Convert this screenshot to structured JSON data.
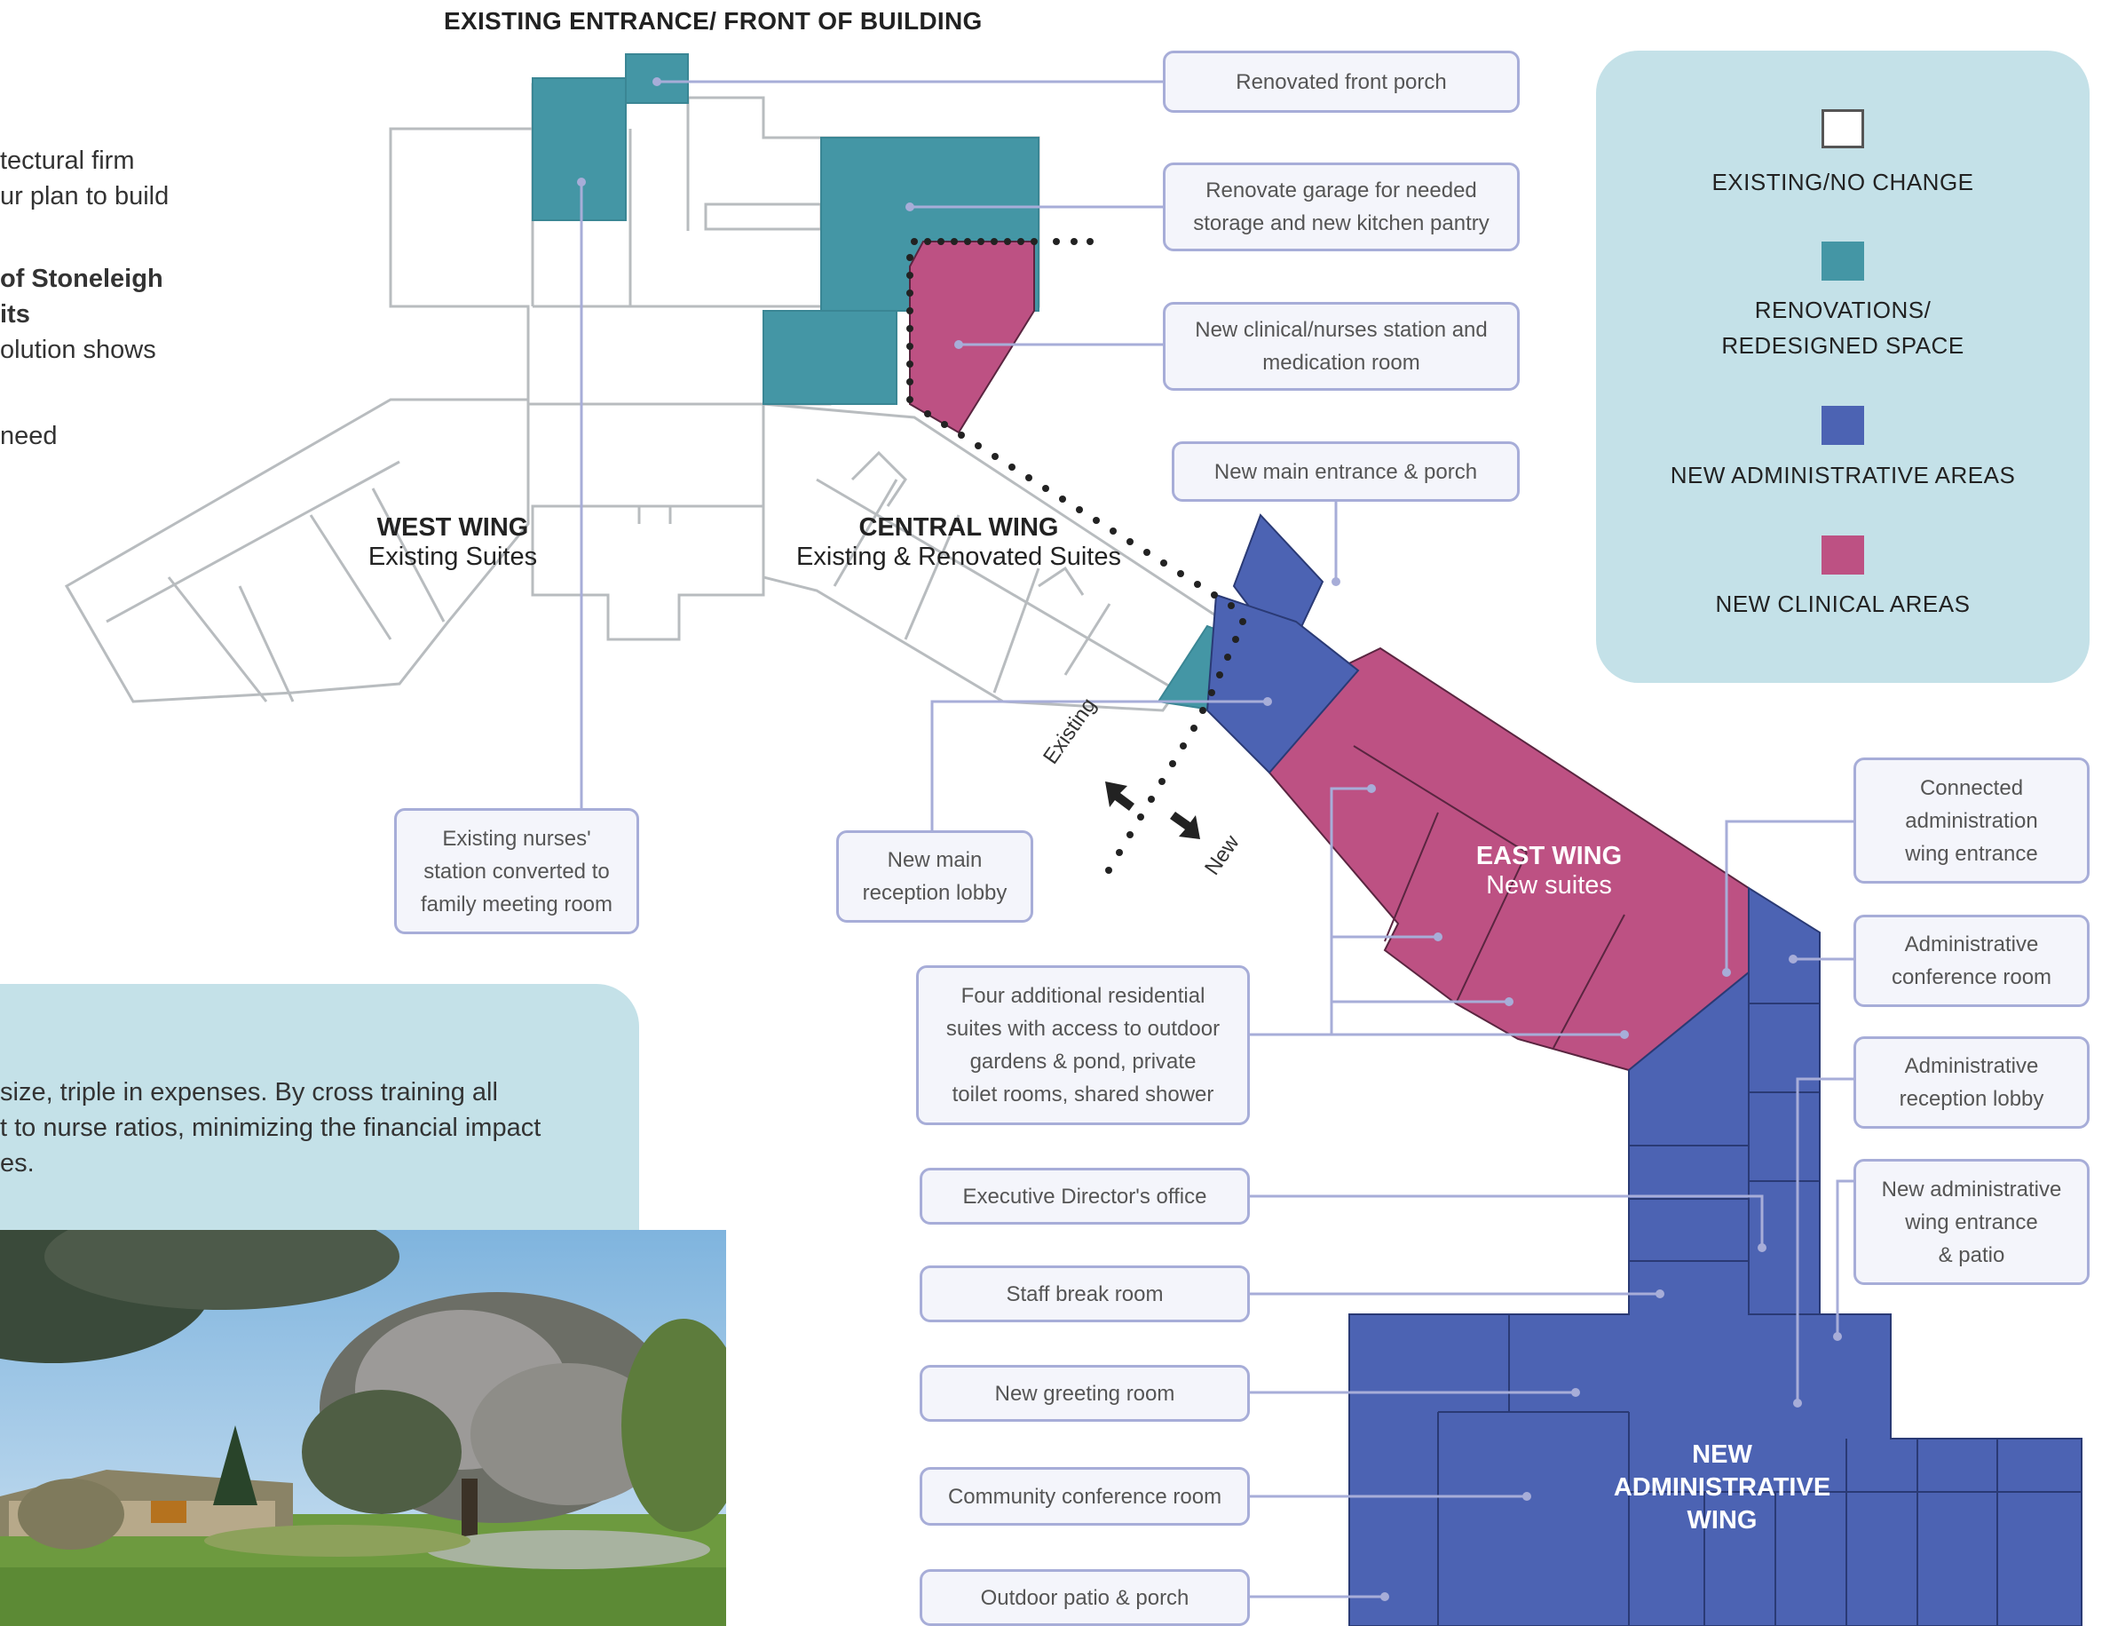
{
  "heading": "EXISTING ENTRANCE/ FRONT OF BUILDING",
  "left_text_fragments": [
    "tectural firm",
    "ur plan to build",
    "of Stoneleigh",
    "its",
    "olution shows",
    "need"
  ],
  "info_box_text": "size, triple in expenses. By cross training all\nt to nurse ratios, minimizing the financial impact\nes.",
  "wings": {
    "west": {
      "name": "WEST WING",
      "sub": "Existing Suites"
    },
    "central": {
      "name": "CENTRAL WING",
      "sub": "Existing & Renovated Suites"
    },
    "east": {
      "name": "EAST WING",
      "sub": "New suites"
    },
    "admin": {
      "name": "NEW\nADMINISTRATIVE\nWING"
    }
  },
  "direction_labels": {
    "existing": "Existing",
    "new": "New"
  },
  "legend": {
    "items": [
      {
        "label": "EXISTING/NO CHANGE",
        "color": "#ffffff"
      },
      {
        "label": "RENOVATIONS/\nREDESIGNED SPACE",
        "color": "#4496a5"
      },
      {
        "label": "NEW ADMINISTRATIVE AREAS",
        "color": "#4c63b3"
      },
      {
        "label": "NEW CLINICAL AREAS",
        "color": "#bd5183"
      }
    ]
  },
  "callouts": {
    "front_porch": "Renovated front porch",
    "garage": "Renovate garage for needed\nstorage and new kitchen pantry",
    "clinical_station": "New clinical/nurses station and\nmedication room",
    "main_entrance": "New main entrance & porch",
    "nurses_station": "Existing nurses'\nstation converted to\nfamily meeting room",
    "reception_lobby": "New main\nreception lobby",
    "four_suites": "Four additional residential\nsuites with access to outdoor\ngardens & pond, private\ntoilet rooms, shared shower",
    "exec_director": "Executive Director's office",
    "staff_break": "Staff break room",
    "greeting_room": "New greeting room",
    "community_conf": "Community conference room",
    "outdoor_patio": "Outdoor patio & porch",
    "connected_admin": "Connected\nadministration\nwing entrance",
    "admin_conf": "Administrative\nconference room",
    "admin_reception": "Administrative\nreception lobby",
    "admin_patio": "New administrative\nwing entrance\n& patio"
  },
  "colors": {
    "existing": "#ffffff",
    "renovation": "#4496a5",
    "admin": "#4c63b3",
    "clinical": "#bd5183",
    "leader": "#a7add8",
    "legend_bg": "#c4e1e8"
  }
}
